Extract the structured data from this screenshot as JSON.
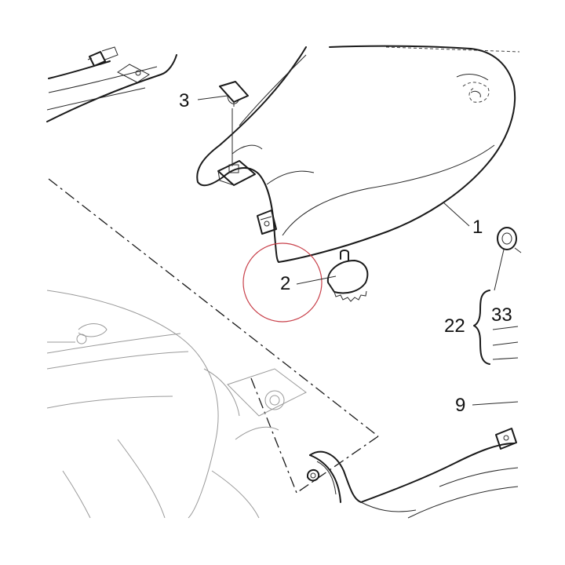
{
  "callouts": [
    {
      "id": "c1",
      "label": "1"
    },
    {
      "id": "c2",
      "label": "2"
    },
    {
      "id": "c3",
      "label": "3"
    },
    {
      "id": "c9",
      "label": "9"
    },
    {
      "id": "c22",
      "label": "22"
    },
    {
      "id": "c33",
      "label": "33"
    }
  ],
  "colors": {
    "line": "#1a1a1a",
    "highlight_circle": "#c8404a",
    "background": "#ffffff"
  }
}
